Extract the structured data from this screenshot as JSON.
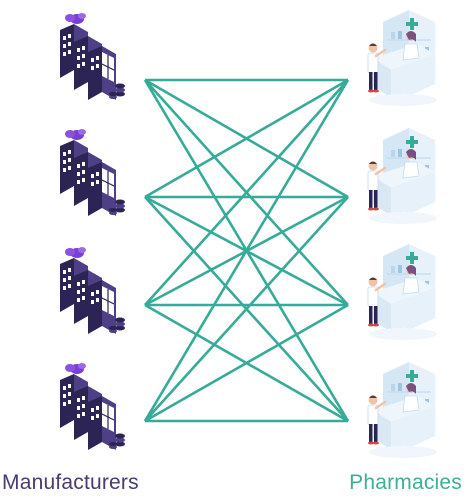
{
  "labels": {
    "left": "Manufacturers",
    "right": "Pharmacies"
  },
  "nodes": {
    "left": [
      "factory-icon",
      "factory-icon",
      "factory-icon",
      "factory-icon"
    ],
    "right": [
      "pharmacy-icon",
      "pharmacy-icon",
      "pharmacy-icon",
      "pharmacy-icon"
    ]
  },
  "connections": "all-to-all",
  "colors": {
    "connector": "#35ab98",
    "factory_dark": "#2c2454",
    "factory_mid": "#4f3f86",
    "factory_light": "#ffffff",
    "factory_accent": "#7a3fd4",
    "pharmacy_panel": "#e6f1fa",
    "pharmacy_cross": "#35ab98",
    "person_dark": "#2c2454",
    "label_left": "#4a3a6e",
    "label_right": "#3fae98"
  }
}
